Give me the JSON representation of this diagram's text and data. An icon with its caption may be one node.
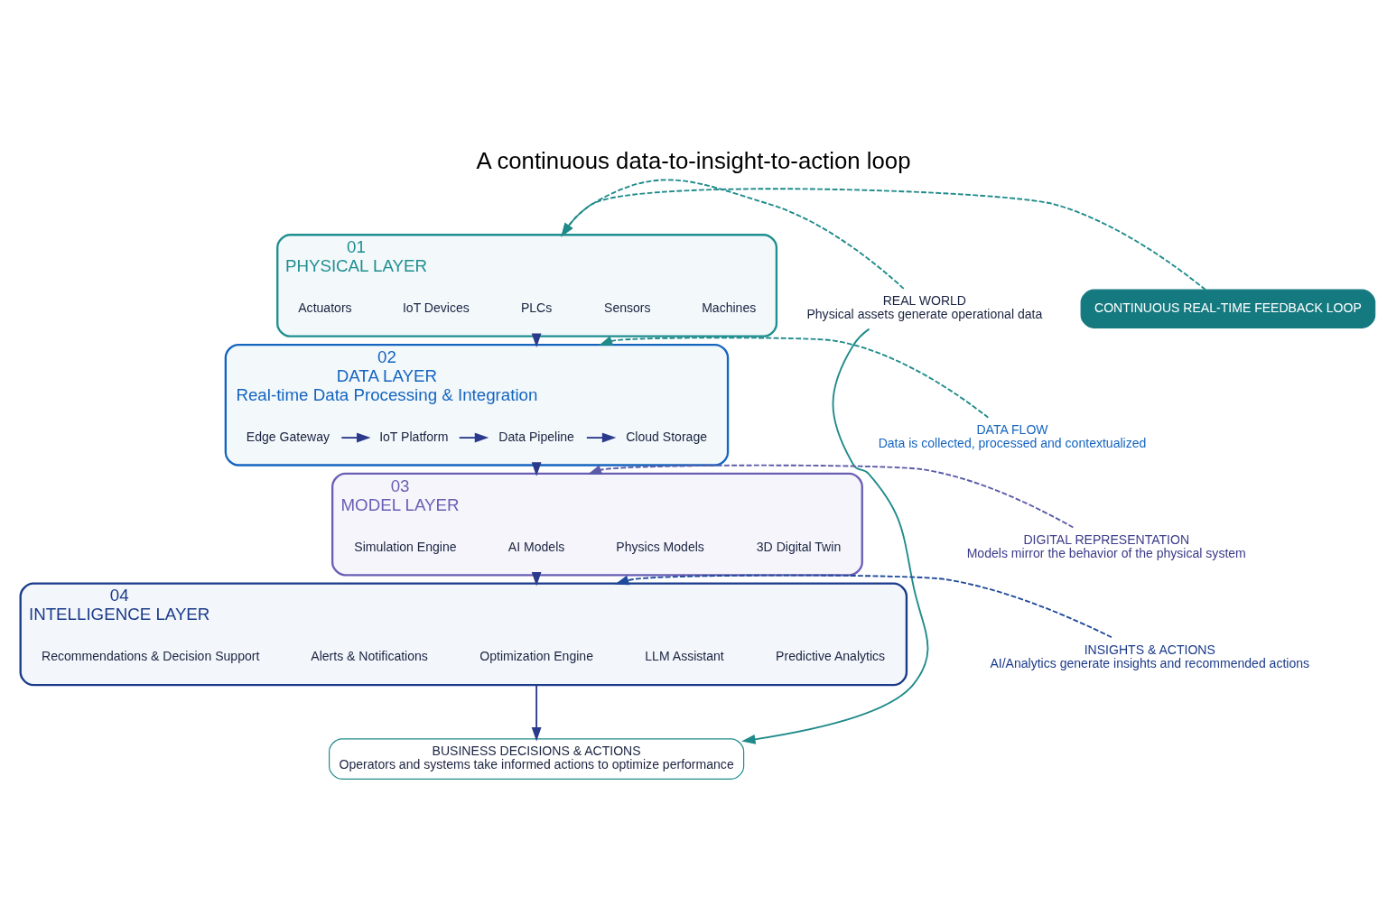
{
  "diagram": {
    "title": "A continuous data-to-insight-to-action loop",
    "nodes": [
      {
        "text": [
          "01",
          "PHYSICAL LAYER"
        ]
      },
      {
        "text": [
          "Machines"
        ],
        "in": 0
      },
      {
        "text": [
          "Sensors"
        ],
        "in": 0
      },
      {
        "text": [
          "PLCs"
        ],
        "in": 0
      },
      {
        "text": [
          "IoT Devices"
        ],
        "in": 0
      },
      {
        "text": [
          "Actuators"
        ],
        "in": 0
      },
      {
        "text": [
          "02",
          "DATA LAYER",
          "Real-time Data Processing & Integration"
        ]
      },
      {
        "text": [
          "Edge Gateway"
        ],
        "in": 6
      },
      {
        "text": [
          "IoT Platform"
        ],
        "in": 6
      },
      {
        "text": [
          "Data Pipeline"
        ],
        "in": 6
      },
      {
        "text": [
          "Cloud Storage"
        ],
        "in": 6
      },
      {
        "text": [
          "03",
          "MODEL LAYER"
        ]
      },
      {
        "text": [
          "3D Digital Twin"
        ],
        "in": 11
      },
      {
        "text": [
          "Physics Models"
        ],
        "in": 11
      },
      {
        "text": [
          "AI Models"
        ],
        "in": 11
      },
      {
        "text": [
          "Simulation Engine"
        ],
        "in": 11
      },
      {
        "text": [
          "04",
          "INTELLIGENCE LAYER"
        ]
      },
      {
        "text": [
          "Predictive Analytics"
        ],
        "in": 16
      },
      {
        "text": [
          "LLM Assistant"
        ],
        "in": 16
      },
      {
        "text": [
          "Optimization Engine"
        ],
        "in": 16
      },
      {
        "text": [
          "Alerts & Notifications"
        ],
        "in": 16
      },
      {
        "text": [
          "Recommendations & Decision Support"
        ],
        "in": 16
      },
      {
        "text": [
          "BUSINESS DECISIONS & ACTIONS",
          "Operators and systems take informed actions to optimize performance"
        ]
      },
      {
        "text": [
          "CONTINUOUS REAL-TIME FEEDBACK LOOP"
        ]
      },
      {
        "text": [
          "REAL WORLD",
          "Physical assets generate operational data"
        ]
      },
      {
        "text": [
          "DATA FLOW",
          "Data is collected, processed and contextualized"
        ]
      },
      {
        "text": [
          "DIGITAL REPRESENTATION",
          "Models mirror the behavior of the physical system"
        ]
      },
      {
        "text": [
          "INSIGHTS & ACTIONS",
          "AI/Analytics generate insights and recommended actions"
        ]
      }
    ],
    "edges": [
      {
        "from": 0,
        "to": 6,
        "arrow": "to"
      },
      {
        "from": 7,
        "to": 8,
        "arrow": "to"
      },
      {
        "from": 8,
        "to": 9,
        "arrow": "to"
      },
      {
        "from": 9,
        "to": 10,
        "arrow": "to"
      },
      {
        "from": 6,
        "to": 11,
        "arrow": "to"
      },
      {
        "from": 11,
        "to": 16,
        "arrow": "to"
      },
      {
        "from": 16,
        "to": 22,
        "arrow": "to"
      },
      {
        "from": 24,
        "to": 0,
        "arrow": "to",
        "style": "dashed",
        "color": "#1f8a8a"
      },
      {
        "from": 25,
        "to": 6,
        "arrow": "to",
        "style": "dashed",
        "color": "#1f8a8a"
      },
      {
        "from": 26,
        "to": 11,
        "arrow": "to",
        "style": "dashed",
        "color": "#5b5ba8"
      },
      {
        "from": 27,
        "to": 16,
        "arrow": "to",
        "style": "dashed",
        "color": "#1f4a9a"
      },
      {
        "from": 24,
        "to": 22,
        "arrow": "to",
        "color": "#1f8a8a"
      },
      {
        "from": 23,
        "to": 0,
        "arrow": "to",
        "style": "dashed",
        "color": "#1f8a8a"
      }
    ]
  }
}
